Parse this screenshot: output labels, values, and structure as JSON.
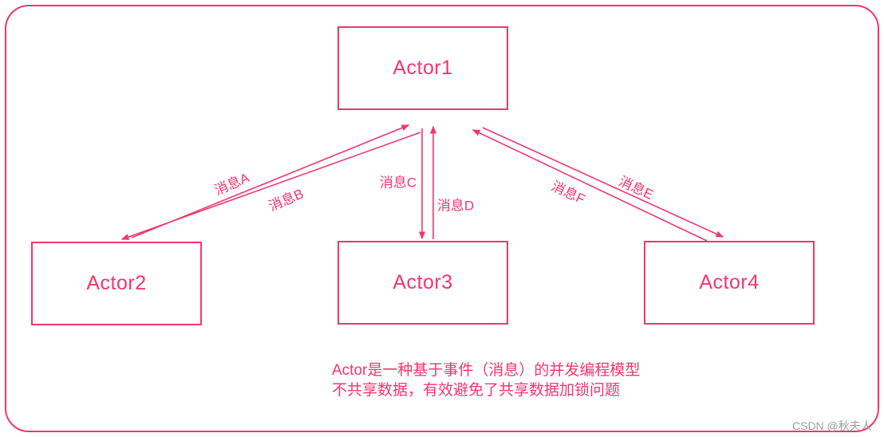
{
  "diagram": {
    "colors": {
      "accent": "#f4356d",
      "watermark": "#9b9ea3"
    },
    "nodes": [
      {
        "id": "actor1",
        "label": "Actor1"
      },
      {
        "id": "actor2",
        "label": "Actor2"
      },
      {
        "id": "actor3",
        "label": "Actor3"
      },
      {
        "id": "actor4",
        "label": "Actor4"
      }
    ],
    "messages": [
      {
        "id": "A",
        "label": "消息A",
        "from": "Actor2",
        "to": "Actor1"
      },
      {
        "id": "B",
        "label": "消息B",
        "from": "Actor1",
        "to": "Actor2"
      },
      {
        "id": "C",
        "label": "消息C",
        "from": "Actor1",
        "to": "Actor3"
      },
      {
        "id": "D",
        "label": "消息D",
        "from": "Actor3",
        "to": "Actor1"
      },
      {
        "id": "E",
        "label": "消息E",
        "from": "Actor1",
        "to": "Actor4"
      },
      {
        "id": "F",
        "label": "消息F",
        "from": "Actor4",
        "to": "Actor1"
      }
    ],
    "note": {
      "line1": "Actor是一种基于事件（消息）的并发编程模型",
      "line2": "不共享数据，有效避免了共享数据加锁问题"
    },
    "watermark": "CSDN @秋夫人"
  }
}
